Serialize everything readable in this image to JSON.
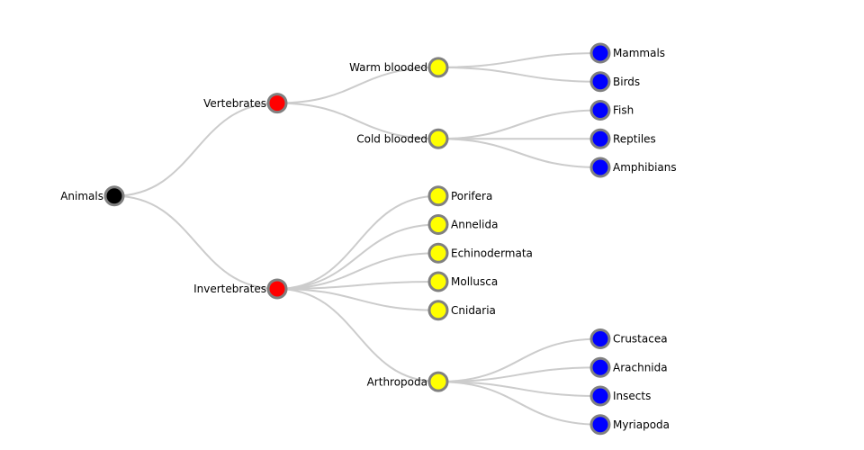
{
  "diagram": {
    "type": "tree",
    "orientation": "left-to-right",
    "colors": {
      "link": "#cccccc",
      "node_stroke": "#808080",
      "level_0": "#000000",
      "level_1": "#ff0000",
      "level_2": "#ffff00",
      "level_3": "#0000ff"
    },
    "root": {
      "name": "Animals",
      "children": [
        {
          "name": "Vertebrates",
          "children": [
            {
              "name": "Warm blooded",
              "children": [
                {
                  "name": "Mammals"
                },
                {
                  "name": "Birds"
                }
              ]
            },
            {
              "name": "Cold blooded",
              "children": [
                {
                  "name": "Fish"
                },
                {
                  "name": "Reptiles"
                },
                {
                  "name": "Amphibians"
                }
              ]
            }
          ]
        },
        {
          "name": "Invertebrates",
          "children": [
            {
              "name": "Porifera"
            },
            {
              "name": "Annelida"
            },
            {
              "name": "Echinodermata"
            },
            {
              "name": "Mollusca"
            },
            {
              "name": "Cnidaria"
            },
            {
              "name": "Arthropoda",
              "children": [
                {
                  "name": "Crustacea"
                },
                {
                  "name": "Arachnida"
                },
                {
                  "name": "Insects"
                },
                {
                  "name": "Myriapoda"
                }
              ]
            }
          ]
        }
      ]
    }
  }
}
